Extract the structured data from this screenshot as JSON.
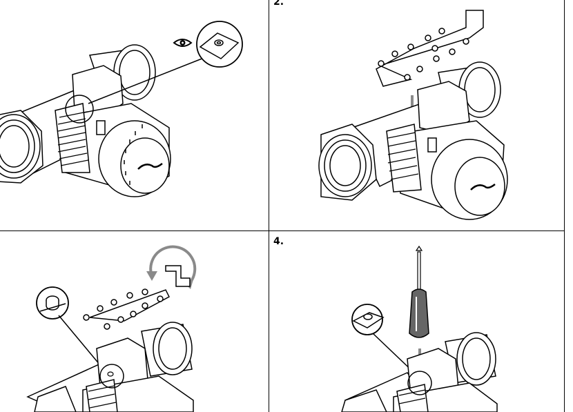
{
  "panels": [
    {
      "step": "",
      "name": "step-1-inspect"
    },
    {
      "step": "2.",
      "name": "step-2-insert-clip"
    },
    {
      "step": "",
      "name": "step-3-rotate-clip"
    },
    {
      "step": "4.",
      "name": "step-4-press-with-screwdriver"
    }
  ],
  "colors": {
    "line": "#000000",
    "arrow": "#8a8a8a",
    "tool": "#666666",
    "background": "#ffffff"
  },
  "icons": [
    "eye-icon",
    "rotate-arrow-icon",
    "down-arrow-icon",
    "screwdriver-icon",
    "brand-logo"
  ]
}
